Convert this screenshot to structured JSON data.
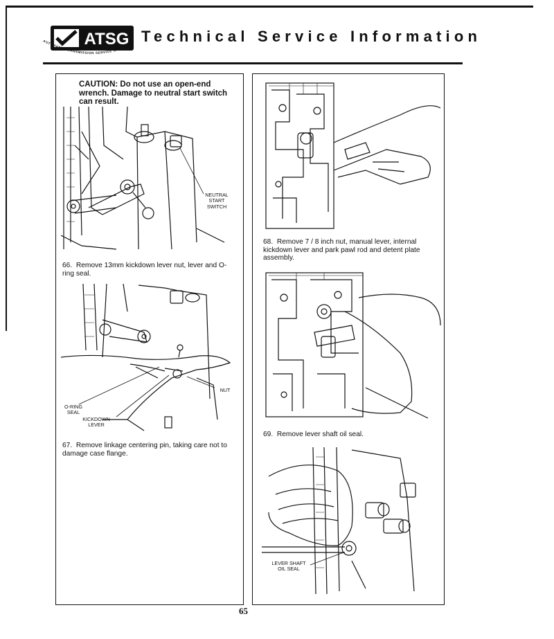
{
  "header": {
    "logo_text": "ATSG",
    "logo_arc_text": "AUTOMATIC TRANSMISSION SERVICE GROUP",
    "title": "Technical Service Information"
  },
  "left_column": {
    "caution": "CAUTION: Do not use an open-end wrench. Damage to neutral start switch can result.",
    "fig1_callouts": {
      "neutral_start_switch": [
        "NEUTRAL",
        "START",
        "SWITCH"
      ]
    },
    "step66": {
      "number": "66.",
      "text": "Remove 13mm kickdown lever nut, lever and O-ring seal."
    },
    "fig2_callouts": {
      "nut": "NUT",
      "o_ring_seal": [
        "O-RING",
        "SEAL"
      ],
      "kickdown_lever": [
        "KICKDOWN",
        "LEVER"
      ]
    },
    "step67": {
      "number": "67.",
      "text": "Remove linkage centering pin, taking care not to damage case flange."
    }
  },
  "right_column": {
    "step68": {
      "number": "68.",
      "text": "Remove 7 / 8 inch nut, manual lever, internal kickdown lever and park pawl rod and detent plate assembly."
    },
    "step69": {
      "number": "69.",
      "text": "Remove lever shaft oil seal."
    },
    "fig5_callouts": {
      "lever_shaft_oil_seal": [
        "LEVER SHAFT",
        "OIL SEAL"
      ]
    }
  },
  "footer": {
    "page_number": "65"
  }
}
